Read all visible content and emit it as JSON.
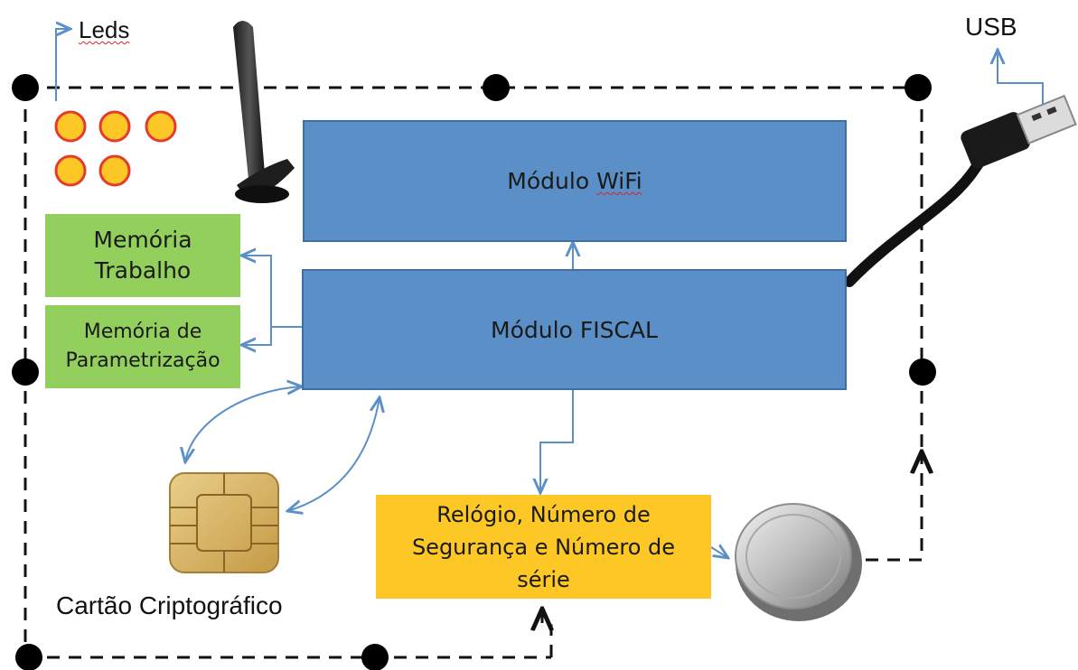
{
  "labels": {
    "leds": "Leds",
    "usb": "USB",
    "wifi_prefix": "Módulo ",
    "wifi_suffix": "WiFi",
    "fiscal": "Módulo FISCAL",
    "mem_trabalho_line1": "Memória",
    "mem_trabalho_line2": "Trabalho",
    "mem_param_line1": "Memória de",
    "mem_param_line2": "Parametrização",
    "relogio_line1": "Relógio, Número de",
    "relogio_line2": "Segurança e Número de",
    "relogio_line3": "série",
    "cartao": "Cartão Criptográfico"
  },
  "colors": {
    "module_blue": "#5b8fc7",
    "memory_green": "#92cf5c",
    "clock_yellow": "#fdc826",
    "led_fill": "#fdc826",
    "led_ring": "#e83a2c",
    "connector_line": "#5b8fc7"
  },
  "icons": [
    "antenna-icon",
    "usb-cable-icon",
    "smartcard-chip-icon",
    "coin-battery-icon"
  ]
}
